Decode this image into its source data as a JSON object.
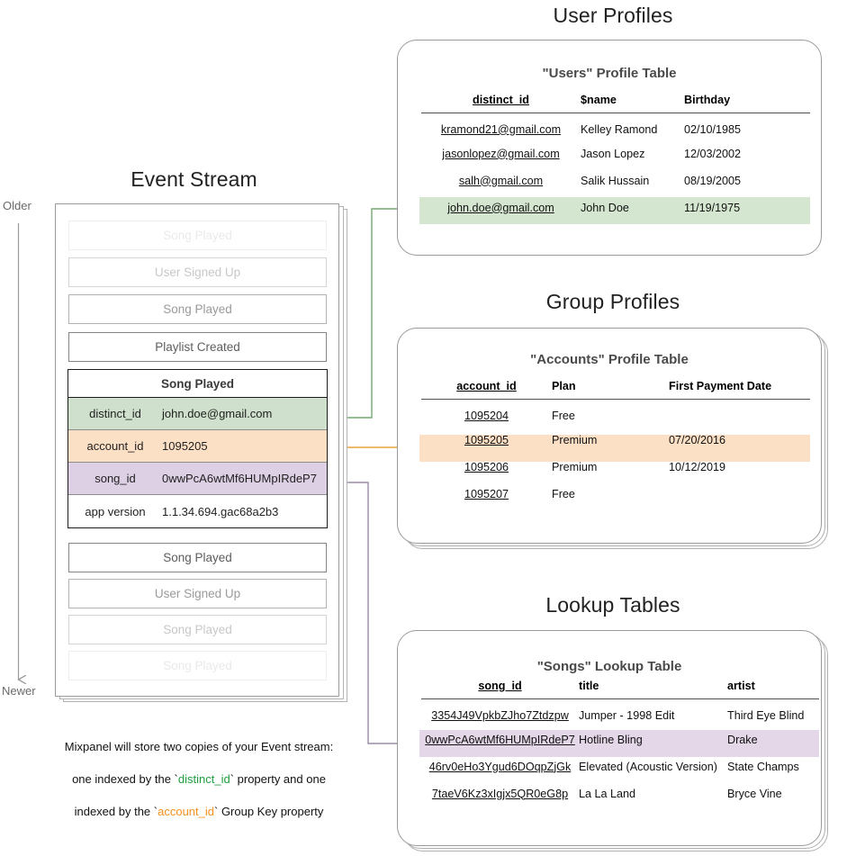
{
  "sections": {
    "event_stream_title": "Event Stream",
    "user_profiles_title": "User Profiles",
    "group_profiles_title": "Group Profiles",
    "lookup_tables_title": "Lookup Tables"
  },
  "timeline": {
    "older_label": "Older",
    "newer_label": "Newer"
  },
  "event_stream": {
    "rows_above": [
      {
        "label": "Song Played",
        "fade": 3
      },
      {
        "label": "User Signed Up",
        "fade": 2
      },
      {
        "label": "Song Played",
        "fade": 1
      },
      {
        "label": "Playlist Created",
        "fade": 0
      }
    ],
    "selected_event": {
      "name": "Song Played",
      "properties": [
        {
          "key": "distinct_id",
          "value": "john.doe@gmail.com",
          "highlight": "green"
        },
        {
          "key": "account_id",
          "value": "1095205",
          "highlight": "orange"
        },
        {
          "key": "song_id",
          "value": "0wwPcA6wtMf6HUMpIRdeP7",
          "highlight": "purple"
        },
        {
          "key": "app version",
          "value": "1.1.34.694.gac68a2b3",
          "highlight": "none"
        }
      ]
    },
    "rows_below": [
      {
        "label": "Song Played",
        "fade": 0
      },
      {
        "label": "User Signed Up",
        "fade": 1
      },
      {
        "label": "Song Played",
        "fade": 2
      },
      {
        "label": "Song Played",
        "fade": 3
      }
    ]
  },
  "users_table": {
    "title": "\"Users\" Profile Table",
    "columns": [
      "distinct_id",
      "$name",
      "Birthday"
    ],
    "rows": [
      {
        "distinct_id": "kramond21@gmail.com",
        "name": "Kelley Ramond",
        "birthday": "02/10/1985",
        "highlight": false
      },
      {
        "distinct_id": "jasonlopez@gmail.com",
        "name": "Jason Lopez",
        "birthday": "12/03/2002",
        "highlight": false
      },
      {
        "distinct_id": "salh@gmail.com",
        "name": "Salik Hussain",
        "birthday": "08/19/2005",
        "highlight": false
      },
      {
        "distinct_id": "john.doe@gmail.com",
        "name": "John Doe",
        "birthday": "11/19/1975",
        "highlight": true
      }
    ]
  },
  "accounts_table": {
    "title": "\"Accounts\" Profile Table",
    "columns": [
      "account_id",
      "Plan",
      "First Payment Date"
    ],
    "rows": [
      {
        "account_id": "1095204",
        "plan": "Free",
        "first_payment_date": "",
        "highlight": false
      },
      {
        "account_id": "1095205",
        "plan": "Premium",
        "first_payment_date": "07/20/2016",
        "highlight": true
      },
      {
        "account_id": "1095206",
        "plan": "Premium",
        "first_payment_date": "10/12/2019",
        "highlight": false
      },
      {
        "account_id": "1095207",
        "plan": "Free",
        "first_payment_date": "",
        "highlight": false
      }
    ]
  },
  "songs_table": {
    "title": "\"Songs\" Lookup Table",
    "columns": [
      "song_id",
      "title",
      "artist"
    ],
    "rows": [
      {
        "song_id": "3354J49VpkbZJho7Ztdzpw",
        "title": "Jumper - 1998 Edit",
        "artist": "Third Eye Blind",
        "highlight": false
      },
      {
        "song_id": "0wwPcA6wtMf6HUMpIRdeP7",
        "title": "Hotline Bling",
        "artist": "Drake",
        "highlight": true
      },
      {
        "song_id": "46rv0eHo3Ygud6DOqpZjGk",
        "title": "Elevated (Acoustic Version)",
        "artist": "State Champs",
        "highlight": false
      },
      {
        "song_id": "7taeV6Kz3xIgjx5QR0eG8p",
        "title": "La La Land",
        "artist": "Bryce Vine",
        "highlight": false
      }
    ]
  },
  "caption": {
    "line1": "Mixpanel will store two copies of your Event stream:",
    "line2_a": "one indexed by the `",
    "line2_kw": "distinct_id",
    "line2_b": "` property and one",
    "line3_a": "indexed by the `",
    "line3_kw": "account_id",
    "line3_b": "` Group Key property"
  },
  "colors": {
    "green_highlight": "#d4e6d0",
    "orange_highlight": "#fce0c6",
    "purple_highlight": "#e4d7e8",
    "green_connector": "#74a870",
    "orange_connector": "#e8a33d",
    "purple_connector": "#9b8aa8",
    "panel_border": "#9a9a9a"
  }
}
